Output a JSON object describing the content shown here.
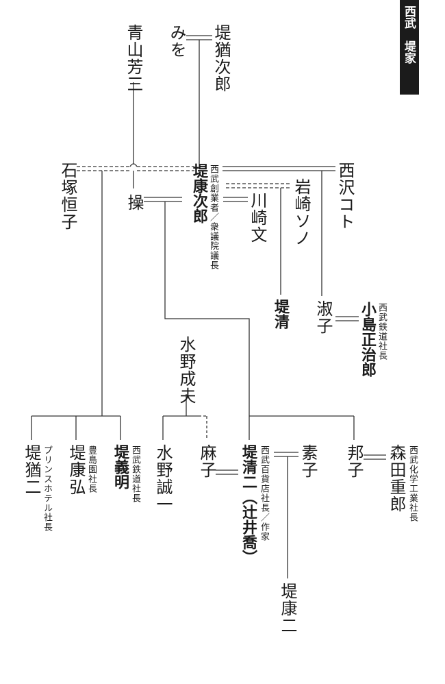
{
  "header": {
    "title": "西武　堤家"
  },
  "people": {
    "aoyama_yoshizo": "青山芳三",
    "mio": "みを",
    "tsutsumi_yujiro": "堤猶次郎",
    "ishizuka_tsuneko": "石塚恒子",
    "misao": "操",
    "tsutsumi_yasujiro": "堤康次郎",
    "kawasaki_fumi": "川崎文",
    "iwasaki_sono": "岩崎ソノ",
    "nishizawa_koto": "西沢コト",
    "tsutsumi_kiyoshi": "堤清",
    "shukuko": "淑子",
    "kojima_shojiro": "小島正治郎",
    "mizuno_shigeo": "水野成夫",
    "tsutsumi_yuji": "堤猶二",
    "tsutsumi_yasuhiro": "堤康弘",
    "tsutsumi_yoshiaki": "堤義明",
    "mizuno_seiichi": "水野誠一",
    "asako": "麻子",
    "tsutsumi_seiji": "堤清二（辻井喬）",
    "motoko": "素子",
    "kuniko": "邦子",
    "morita_juro": "森田重郎",
    "tsutsumi_koji": "堤康二"
  },
  "titles": {
    "yasujiro": "西武創業者／衆議院議長",
    "kojima": "西武鉄道社長",
    "yuji": "プリンスホテル社長",
    "yasuhiro": "豊島園社長",
    "yoshiaki": "西武鉄道社長",
    "seiji": "西武百貨店社長／作家",
    "morita": "西武化学工業社長"
  }
}
